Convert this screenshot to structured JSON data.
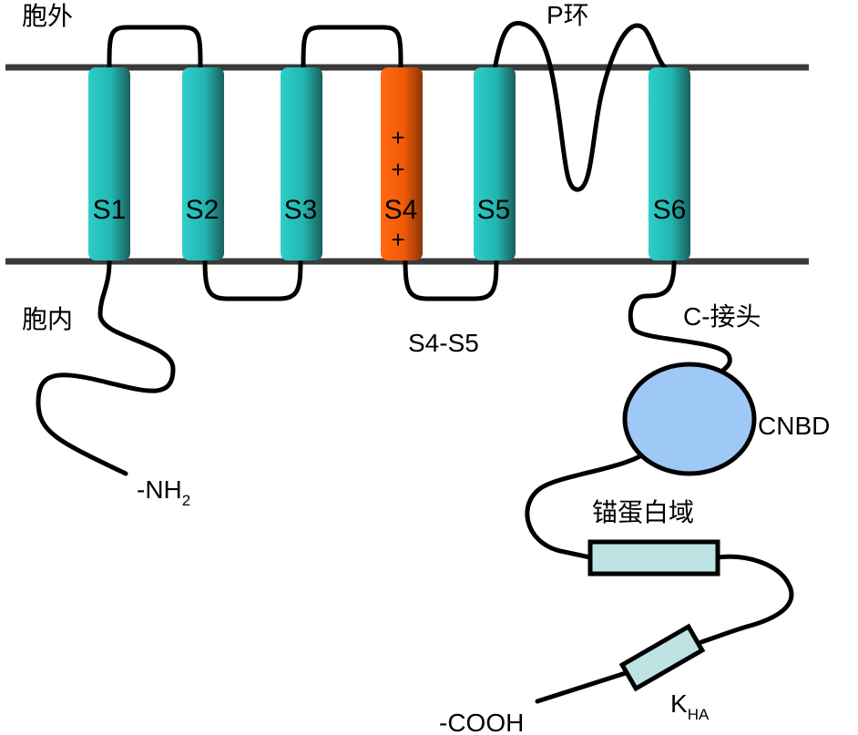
{
  "labels": {
    "extracellular": "胞外",
    "intracellular": "胞内",
    "p_loop": "P环",
    "s4_s5_linker": "S4-S5",
    "c_linker": "C-接头",
    "cnbd": "CNBD",
    "ankyrin_domain": "锚蛋白域",
    "n_terminus": "-NH",
    "n_terminus_sub": "2",
    "c_terminus": "-COOH",
    "kha": "K",
    "kha_sub": "HA"
  },
  "segments": [
    {
      "label": "S1",
      "color": "#2ec4c0"
    },
    {
      "label": "S2",
      "color": "#2ec4c0"
    },
    {
      "label": "S3",
      "color": "#2ec4c0"
    },
    {
      "label": "S4",
      "color": "#f06010",
      "charges": [
        "+",
        "+",
        "+"
      ]
    },
    {
      "label": "S5",
      "color": "#2ec4c0"
    },
    {
      "label": "S6",
      "color": "#2ec4c0"
    }
  ],
  "colors": {
    "membrane": "#3a3a3a",
    "chain": "#000000",
    "cnbd_fill": "#9ec8f5",
    "ankyrin_fill": "#bfe3e3",
    "kha_fill": "#bfe3e3"
  }
}
